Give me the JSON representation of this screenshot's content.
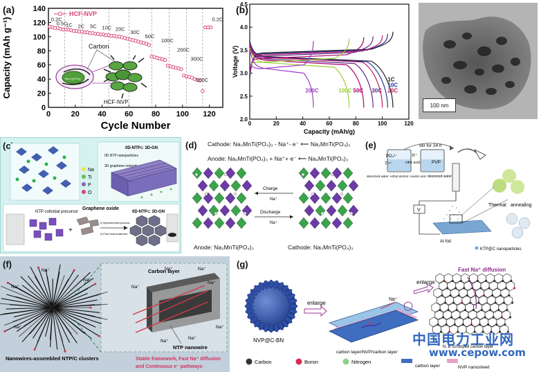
{
  "panels": {
    "a": {
      "label": "(a)"
    },
    "b": {
      "label": "(b)"
    },
    "c": {
      "label": "(c)"
    },
    "d": {
      "label": "(d)"
    },
    "e": {
      "label": "(e)"
    },
    "f": {
      "label": "(f)"
    },
    "g": {
      "label": "(g)"
    }
  },
  "chart_data": [
    {
      "type": "scatter",
      "panel": "a",
      "xlabel": "Cycle Number",
      "ylabel": "Capacity (mAh g⁻¹)",
      "xlim": [
        0,
        130
      ],
      "ylim": [
        0,
        140
      ],
      "xticks": [
        "0",
        "20",
        "40",
        "60",
        "80",
        "100",
        "120"
      ],
      "yticks": [
        "0",
        "20",
        "40",
        "60",
        "80",
        "100",
        "120",
        "140"
      ],
      "legend": "HCF-NVP",
      "series": [
        {
          "name": "HCF-NVP",
          "x": [
            1,
            3,
            5,
            7,
            9,
            11,
            13,
            15,
            17,
            19,
            21,
            23,
            25,
            27,
            29,
            31,
            33,
            35,
            37,
            39,
            41,
            43,
            45,
            47,
            49,
            51,
            53,
            55,
            57,
            59,
            61,
            63,
            65,
            67,
            69,
            71,
            73,
            75,
            77,
            79,
            81,
            83,
            85,
            87,
            89,
            91,
            93,
            95,
            97,
            99,
            101,
            103,
            105,
            107,
            109,
            111,
            113,
            115,
            117,
            119,
            121
          ],
          "y": [
            114,
            113,
            112,
            112,
            111,
            110,
            110,
            110,
            109,
            108,
            108,
            107,
            107,
            106,
            106,
            105,
            105,
            104,
            104,
            103,
            103,
            102,
            102,
            101,
            101,
            100,
            100,
            99,
            98,
            97,
            96,
            95,
            94,
            93,
            92,
            91,
            90,
            88,
            72,
            71,
            70,
            69,
            68,
            67,
            59,
            58,
            57,
            56,
            55,
            54,
            45,
            44,
            43,
            42,
            40,
            39,
            38,
            23,
            113,
            113,
            113
          ]
        }
      ],
      "annotations": [
        "0.2C",
        "0.5C",
        "1C",
        "2C",
        "5C",
        "10C",
        "20C",
        "30C",
        "50C",
        "100C",
        "200C",
        "300C",
        "500C",
        "0.2C"
      ],
      "inset_labels": [
        "Carbon",
        "HCF-NVP",
        "Na₃V₂(PO₄)₃"
      ]
    },
    {
      "type": "line",
      "panel": "b",
      "xlabel": "Capacity (mAh/g)",
      "ylabel": "Voltage (V)",
      "xlim": [
        0,
        120
      ],
      "ylim": [
        2.0,
        4.5
      ],
      "xticks": [
        "0",
        "20",
        "40",
        "60",
        "80",
        "100",
        "120"
      ],
      "yticks": [
        "2.0",
        "2.5",
        "3.0",
        "3.5",
        "4.0",
        "4.5"
      ],
      "series": [
        {
          "name": "1C",
          "color": "#1a1a1a",
          "end_capacity": 108
        },
        {
          "name": "10C",
          "color": "#1f3a9e",
          "end_capacity": 104
        },
        {
          "name": "20C",
          "color": "#c2185b",
          "end_capacity": 100
        },
        {
          "name": "30C",
          "color": "#5b2a86",
          "end_capacity": 93
        },
        {
          "name": "50C",
          "color": "#b0006e",
          "end_capacity": 86
        },
        {
          "name": "100C",
          "color": "#9acd32",
          "end_capacity": 75
        },
        {
          "name": "200C",
          "color": "#a03cc8",
          "end_capacity": 48
        }
      ],
      "scale_bar": "100 nm"
    }
  ],
  "panel_c": {
    "legend": [
      "Na",
      "Ti",
      "P",
      "O"
    ],
    "tag1": "0D-NTP⊂ 3D-GN",
    "tag2": "0D NTP nanoparticles",
    "tag3": "3D graphene network",
    "bottom_title": "0D-NTP⊂ 3D-GN",
    "step1": "NTP colloidal precursor",
    "step2": "Graphene oxide",
    "step3": "i) Hydrothermal process",
    "step4": "ii) Post heat treatment"
  },
  "panel_d": {
    "cathode_eq": "Cathode: Na₃MnTi(PO₄)₃ - Na⁺- e⁻ ⟵ Na₂MnTi(PO₄)₃",
    "anode_eq": "Anode: Na₃MnTi(PO₄)₃ + Na⁺+ e⁻ ⟵ Na₄MnTi(PO₄)₃",
    "charge": "Charge",
    "discharge": "Discharge",
    "na_ion": "Na⁺",
    "anode_label": "Anode: Na₃MnTi(PO₄)₃",
    "cathode_label": "Cathode: Na₃MnTi(PO₄)₃"
  },
  "panel_e": {
    "stir": "stir for 24 h",
    "po4": "PO₄³⁻",
    "ti": "Ti⁴⁺",
    "k": "K⁺",
    "citric": "citric acid",
    "pvp": "PVP",
    "solvent1": "deionized water +ethyl alcohol +acetic acid",
    "solvent2": "deionized water",
    "v": "V",
    "thermal": "Thermal",
    "annealing": "annealing",
    "foil": "Al foil",
    "product": "KTP@C nanoparticles"
  },
  "panel_f": {
    "carbon_layer": "Carbon layer",
    "na": "Na⁺",
    "ntp": "NTP nanowire",
    "clusters": "Nanowires-assembled NTP/C clusters",
    "caption1": "Stable framework, Fast Na⁺ diffusion",
    "caption2": "and Continuous e⁻ pathways"
  },
  "panel_g": {
    "nvp": "NVP@C-BN",
    "enlarge1": "enlarge",
    "enlarge2": "enlarge",
    "fast": "Fast Na⁺ diffusion",
    "layer": "carbon layer/NVP/carbon layer",
    "codoped": "N, B co-doped carbon layer",
    "na": "Na⁺",
    "e": "e⁻",
    "legend": [
      "Carbon",
      "Boron",
      "Nitrogen"
    ],
    "legend2": [
      "carbon layer",
      "NVP nanosheet"
    ]
  },
  "watermark": {
    "cn": "中国电力工业网",
    "url": "www.cepow.com"
  },
  "colors": {
    "pink": "#d9427a",
    "green": "#5cb85c",
    "purple": "#6a3aa0",
    "panel_c_bg": "#d6f2f0",
    "panel_f_bg": "#c3d0dc"
  }
}
